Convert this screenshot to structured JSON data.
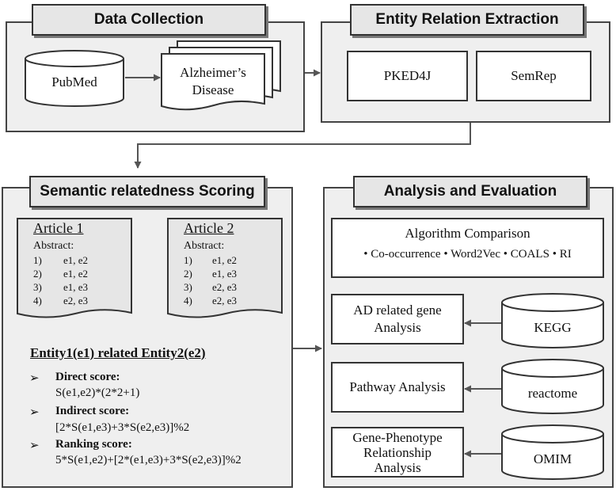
{
  "data_collection": {
    "title": "Data Collection",
    "source": "PubMed",
    "document": [
      "Alzheimer’s",
      "Disease"
    ]
  },
  "entity_relation": {
    "title": "Entity Relation Extraction",
    "tools": [
      "PKED4J",
      "SemRep"
    ]
  },
  "semantic_scoring": {
    "title": "Semantic relatedness Scoring",
    "articles": [
      {
        "title": "Article 1",
        "abstract_label": "Abstract:",
        "rows": [
          {
            "num": "1)",
            "pair": "e1, e2"
          },
          {
            "num": "2)",
            "pair": "e1, e2"
          },
          {
            "num": "3)",
            "pair": "e1, e3"
          },
          {
            "num": "4)",
            "pair": "e2, e3"
          }
        ]
      },
      {
        "title": "Article 2",
        "abstract_label": "Abstract:",
        "rows": [
          {
            "num": "1)",
            "pair": "e1, e2"
          },
          {
            "num": "2)",
            "pair": "e1, e3"
          },
          {
            "num": "3)",
            "pair": "e2, e3"
          },
          {
            "num": "4)",
            "pair": "e2, e3"
          }
        ]
      }
    ],
    "relation_heading": "Entity1(e1) related Entity2(e2)",
    "bullet_glyph": "➢",
    "scores": [
      {
        "label": "Direct score:",
        "formula": "S(e1,e2)*(2*2+1)"
      },
      {
        "label": "Indirect score:",
        "formula": "[2*S(e1,e3)+3*S(e2,e3)]%2"
      },
      {
        "label": "Ranking score:",
        "formula": "5*S(e1,e2)+[2*(e1,e3)+3*S(e2,e3)]%2"
      }
    ]
  },
  "analysis": {
    "title": "Analysis and Evaluation",
    "algorithm_comparison": {
      "title": "Algorithm Comparison",
      "items": [
        "Co-occurrence",
        "Word2Vec",
        "COALS",
        "RI"
      ]
    },
    "rows": [
      {
        "label": [
          "AD related gene",
          "Analysis"
        ],
        "database": "KEGG"
      },
      {
        "label": [
          "Pathway Analysis"
        ],
        "database": "reactome"
      },
      {
        "label": [
          "Gene-Phenotype",
          "Relationship",
          "Analysis"
        ],
        "database": "OMIM"
      }
    ]
  }
}
